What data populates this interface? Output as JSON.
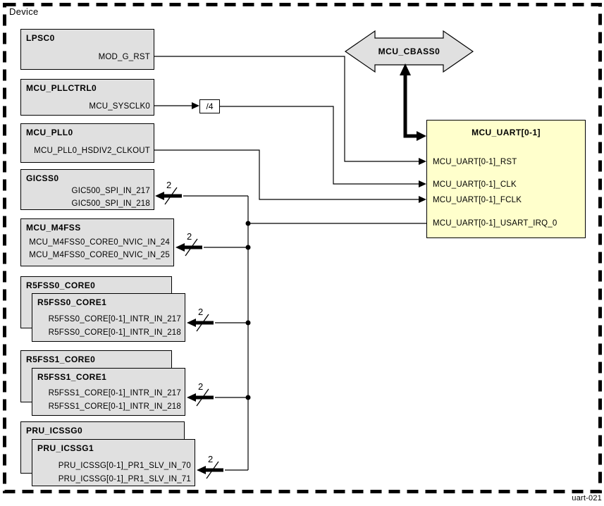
{
  "device_label": "Device",
  "figure_id": "uart-021",
  "colors": {
    "block_fill": "#e0e0e0",
    "uart_fill": "#ffffcc",
    "line": "#000000",
    "background": "#ffffff"
  },
  "divider": {
    "label": "/4"
  },
  "cbass0": {
    "title": "MCU_CBASS0"
  },
  "uart": {
    "title": "MCU_UART[0-1]",
    "ports": {
      "rst": "MCU_UART[0-1]_RST",
      "clk": "MCU_UART[0-1]_CLK",
      "fclk": "MCU_UART[0-1]_FCLK",
      "irq": "MCU_UART[0-1]_USART_IRQ_0"
    }
  },
  "blocks": [
    {
      "title": "LPSC0",
      "ports": [
        "MOD_G_RST"
      ]
    },
    {
      "title": "MCU_PLLCTRL0",
      "ports": [
        "MCU_SYSCLK0"
      ]
    },
    {
      "title": "MCU_PLL0",
      "ports": [
        "MCU_PLL0_HSDIV2_CLKOUT"
      ]
    },
    {
      "title": "GICSS0",
      "ports": [
        "GIC500_SPI_IN_217",
        "GIC500_SPI_IN_218"
      ]
    },
    {
      "title": "MCU_M4FSS",
      "ports": [
        "MCU_M4FSS0_CORE0_NVIC_IN_24",
        "MCU_M4FSS0_CORE0_NVIC_IN_25"
      ]
    },
    {
      "title": "R5FSS0_CORE0",
      "overlay_title": "R5FSS0_CORE1",
      "ports": [
        "R5FSS0_CORE[0-1]_INTR_IN_217",
        "R5FSS0_CORE[0-1]_INTR_IN_218"
      ]
    },
    {
      "title": "R5FSS1_CORE0",
      "overlay_title": "R5FSS1_CORE1",
      "ports": [
        "R5FSS1_CORE[0-1]_INTR_IN_217",
        "R5FSS1_CORE[0-1]_INTR_IN_218"
      ]
    },
    {
      "title": "PRU_ICSSG0",
      "overlay_title": "PRU_ICSSG1",
      "ports": [
        "PRU_ICSSG[0-1]_PR1_SLV_IN_70",
        "PRU_ICSSG[0-1]_PR1_SLV_IN_71"
      ]
    }
  ],
  "bus_width_labels": [
    "2",
    "2",
    "2",
    "2",
    "2"
  ]
}
